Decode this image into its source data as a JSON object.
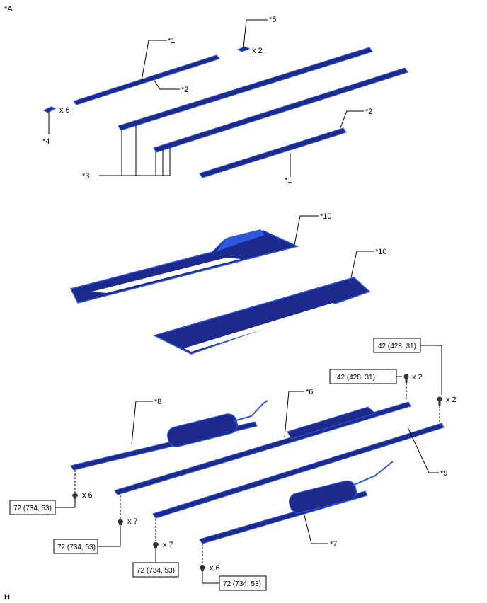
{
  "corner_label": "*A",
  "footer_label": "H",
  "callouts": {
    "c1a": "*1",
    "c1b": "*1",
    "c2a": "*2",
    "c2b": "*2",
    "c3": "*3",
    "c4": "*4",
    "c5": "*5",
    "c6": "*6",
    "c7": "*7",
    "c8": "*8",
    "c9": "*9",
    "c10a": "*10",
    "c10b": "*10"
  },
  "quantities": {
    "q5": "x 2",
    "q4": "x 6",
    "qbolt1": "x 2",
    "qbolt2": "x 2",
    "qclip1": "x 6",
    "qclip2": "x 7",
    "qclip3": "x 7",
    "qclip4": "x 6"
  },
  "torque": {
    "t1": "42 (428, 31)",
    "t2": "42 (428, 31)",
    "t3": "72 (734, 53)",
    "t4": "72 (734, 53)",
    "t5": "72 (734, 53)",
    "t6": "72 (734, 53)"
  },
  "colors": {
    "part_dark": "#1c2a8c",
    "part_light": "#2e57e0",
    "line": "#000000"
  }
}
